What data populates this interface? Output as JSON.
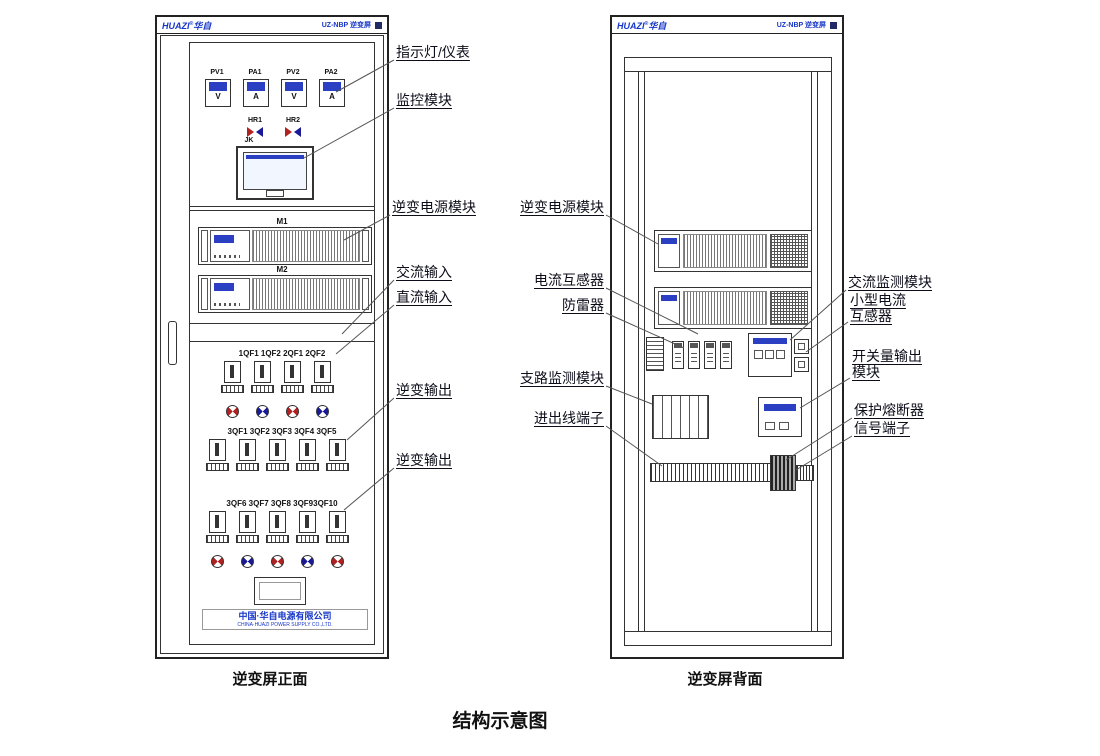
{
  "title": "结构示意图",
  "front": {
    "caption": "逆变屏正面",
    "header": {
      "brand": "HUAZI",
      "brand_sup": "®",
      "brand_cn": "华自",
      "model": "UZ-NBP  逆变屏"
    },
    "meters": [
      {
        "label": "PV1",
        "unit": "V"
      },
      {
        "label": "PA1",
        "unit": "A"
      },
      {
        "label": "PV2",
        "unit": "V"
      },
      {
        "label": "PA2",
        "unit": "A"
      }
    ],
    "indicators": [
      {
        "label": "HR1"
      },
      {
        "label": "HR2"
      }
    ],
    "monitor_label": "JK",
    "module1": "M1",
    "module2": "M2",
    "breaker_group1": "1QF1 1QF2 2QF1 2QF2",
    "breaker_group2": "3QF1 3QF2 3QF3 3QF4 3QF5",
    "breaker_group3": "3QF6 3QF7 3QF8 3QF93QF10",
    "footer_cn": "中国·华自电源有限公司",
    "footer_en": "CHINA·HUAZI POWER SUPPLY CO.,LTD."
  },
  "back": {
    "caption": "逆变屏背面",
    "header": {
      "brand": "HUAZI",
      "brand_sup": "®",
      "brand_cn": "华自",
      "model": "UZ-NBP  逆变屏"
    }
  },
  "callouts": {
    "front": [
      "指示灯/仪表",
      "监控模块",
      "逆变电源模块",
      "交流输入",
      "直流输入",
      "逆变输出",
      "逆变输出"
    ],
    "back_left": [
      "逆变电源模块",
      "电流互感器",
      "防雷器",
      "支路监测模块",
      "进出线端子"
    ],
    "back_right": [
      "交流监测模块",
      "小型电流互感器",
      "开关量输出模块",
      "保护熔断器",
      "信号端子"
    ]
  },
  "colors": {
    "brand_blue": "#1636c8",
    "display_blue": "#2b3fc2",
    "lamp_red": "#b22222",
    "lamp_blue": "#1a1a99",
    "line": "#333333"
  }
}
